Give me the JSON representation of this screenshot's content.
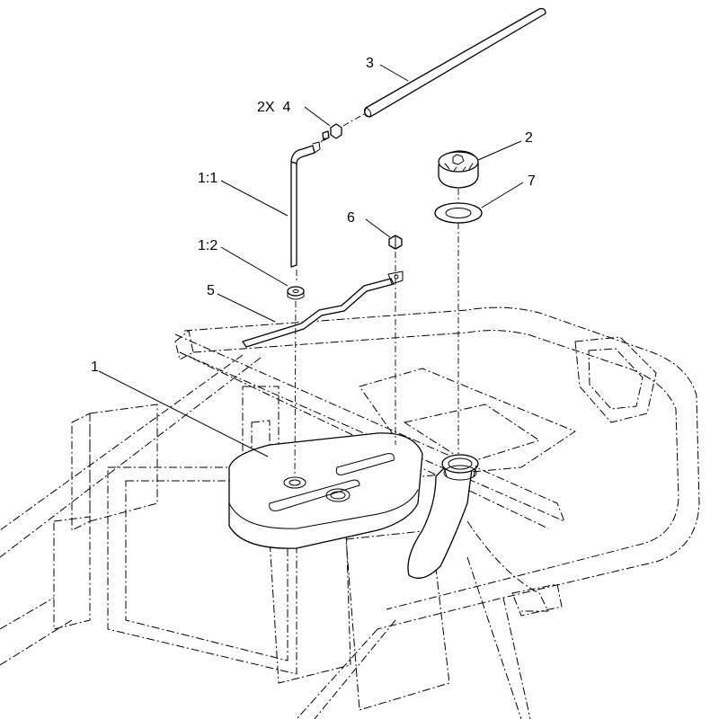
{
  "callouts": {
    "c1": "1",
    "c2": "2",
    "c3": "3",
    "c4": "2X  4",
    "c5": "5",
    "c6": "6",
    "c7": "7",
    "c11": "1:1",
    "c12": "1:2"
  },
  "parts": [
    {
      "id": "1",
      "icon": "fuel-tank"
    },
    {
      "id": "2",
      "icon": "fuel-cap"
    },
    {
      "id": "3",
      "icon": "vent-hose"
    },
    {
      "id": "4",
      "icon": "hose-clamp"
    },
    {
      "id": "5",
      "icon": "tank-strap"
    },
    {
      "id": "6",
      "icon": "flange-nut"
    },
    {
      "id": "7",
      "icon": "cap-gasket"
    },
    {
      "id": "1:1",
      "icon": "fuel-gauge-tube"
    },
    {
      "id": "1:2",
      "icon": "grommet"
    }
  ]
}
